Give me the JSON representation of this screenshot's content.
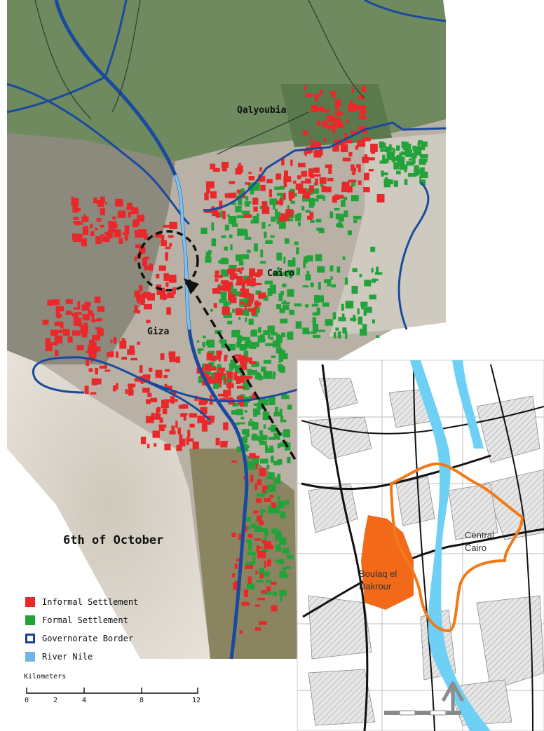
{
  "map": {
    "labels": {
      "qalyoubia": "Qalyoubia",
      "cairo": "Cairo",
      "giza": "Giza",
      "sixth_october": "6th of October"
    },
    "inset": {
      "central_cairo": [
        "Central",
        "Cairo"
      ],
      "boulaq": [
        "Boulaq el",
        "Dakrour"
      ]
    }
  },
  "legend": {
    "items": [
      {
        "label": "Informal Settlement",
        "color": "#e8282a",
        "style": "fill"
      },
      {
        "label": "Formal Settlement",
        "color": "#21a33a",
        "style": "fill"
      },
      {
        "label": "Governorate Border",
        "color": "#1a3f8f",
        "style": "outline"
      },
      {
        "label": "River Nile",
        "color": "#6cb6e4",
        "style": "fill"
      }
    ]
  },
  "scale": {
    "title": "Kilometers",
    "ticks": [
      "0",
      "2",
      "4",
      "8",
      "12"
    ]
  },
  "colors": {
    "informal": "#e8282a",
    "formal": "#21a33a",
    "border": "#1a4a9e",
    "nile": "#7cc4ef",
    "focus_area": "#f07a1a",
    "boulaq": "#f2691a"
  }
}
